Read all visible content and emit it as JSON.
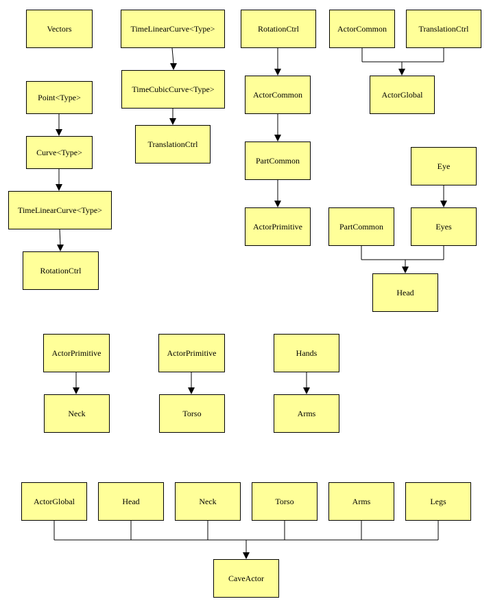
{
  "colors": {
    "node_fill": "#ffff99",
    "node_border": "#000000",
    "edge": "#000000"
  },
  "nodes": {
    "vectors": "Vectors",
    "tlc_top": "TimeLinearCurve<Type>",
    "tcc": "TimeCubicCurve<Type>",
    "translation_ctrl_1": "TranslationCtrl",
    "rotation_ctrl_top": "RotationCtrl",
    "actor_common_1": "ActorCommon",
    "part_common_1": "PartCommon",
    "actor_primitive_1": "ActorPrimitive",
    "actor_common_2": "ActorCommon",
    "translation_ctrl_2": "TranslationCtrl",
    "actor_global_1": "ActorGlobal",
    "point": "Point<Type>",
    "curve": "Curve<Type>",
    "tlc_left": "TimeLinearCurve<Type>",
    "rotation_ctrl_left": "RotationCtrl",
    "eye": "Eye",
    "part_common_2": "PartCommon",
    "eyes": "Eyes",
    "head_1": "Head",
    "actor_primitive_2": "ActorPrimitive",
    "neck_1": "Neck",
    "actor_primitive_3": "ActorPrimitive",
    "torso_1": "Torso",
    "hands": "Hands",
    "arms_1": "Arms",
    "actor_global_2": "ActorGlobal",
    "head_2": "Head",
    "neck_2": "Neck",
    "torso_2": "Torso",
    "arms_2": "Arms",
    "legs": "Legs",
    "cave_actor": "CaveActor"
  }
}
